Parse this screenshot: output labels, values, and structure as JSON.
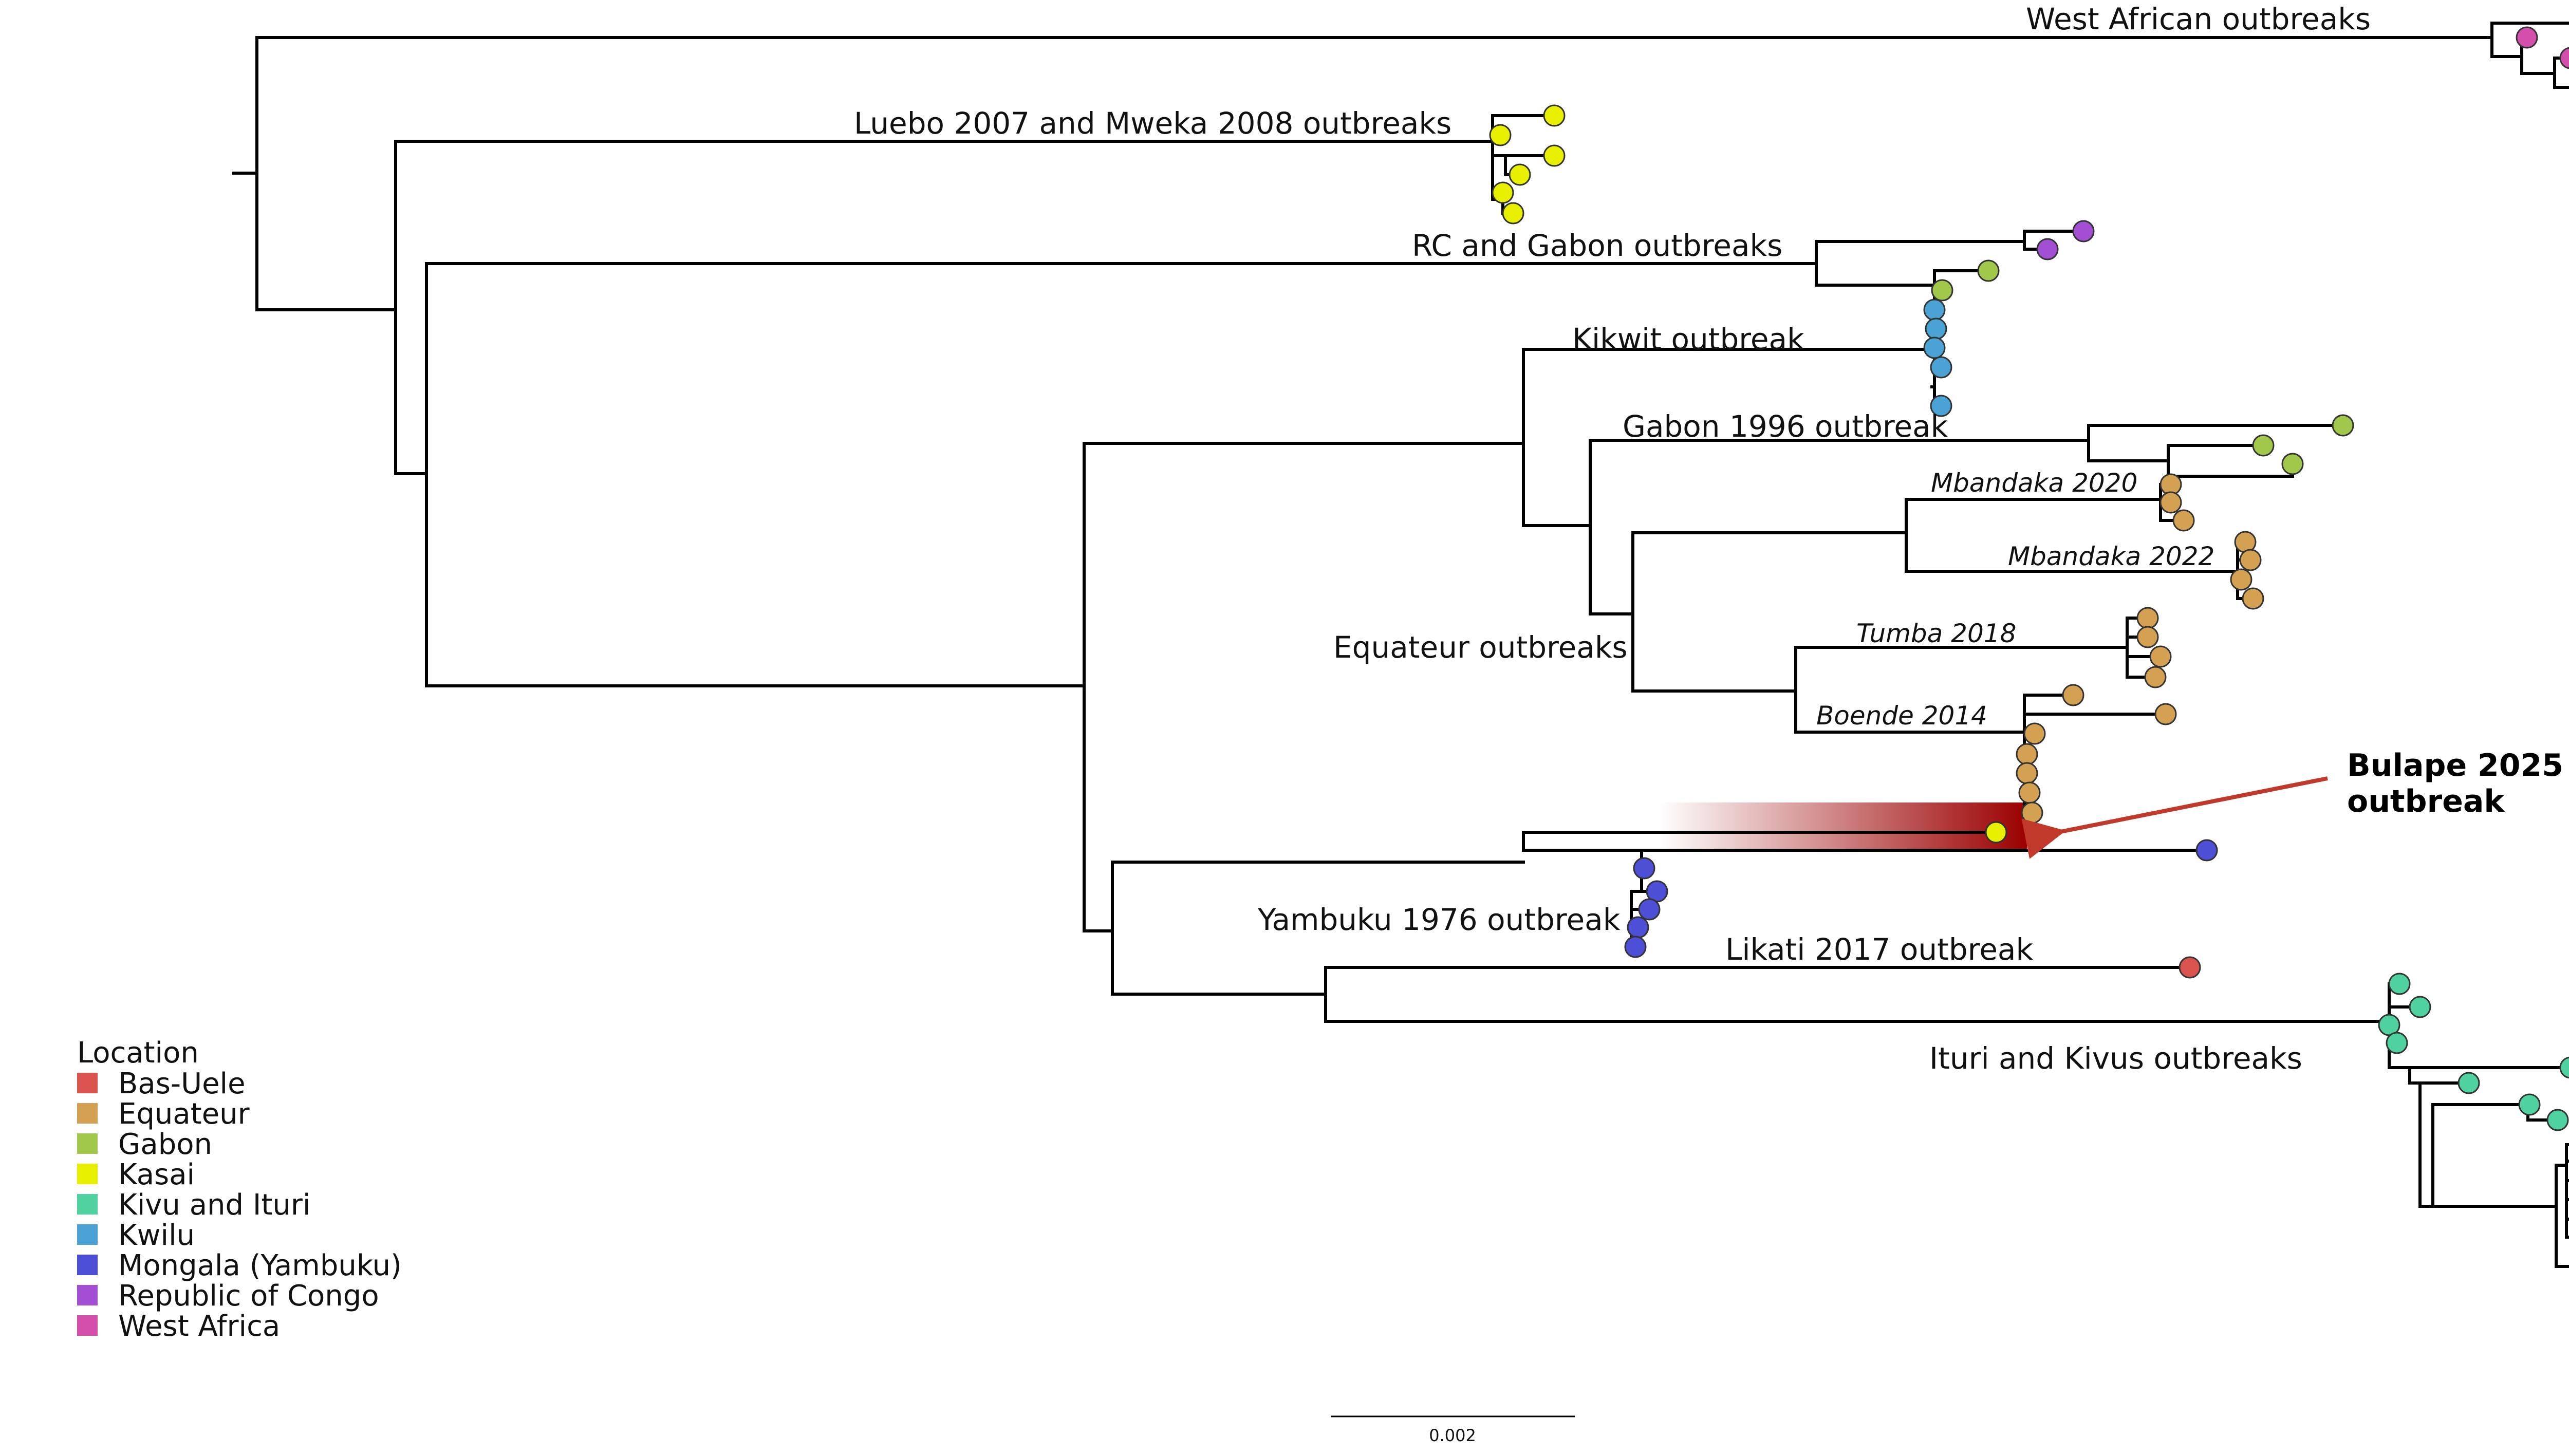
{
  "clade_labels": {
    "west_african": "West African outbreaks",
    "luebo_mweka": "Luebo 2007 and Mweka 2008 outbreaks",
    "rc_gabon": "RC and Gabon outbreaks",
    "kikwit": "Kikwit outbreak",
    "gabon_1996": "Gabon 1996 outbreak",
    "mbandaka_2020": "Mbandaka 2020",
    "mbandaka_2022": "Mbandaka 2022",
    "equateur": "Equateur outbreaks",
    "tumba_2018": "Tumba 2018",
    "boende_2014": "Boende 2014",
    "yambuku_1976": "Yambuku 1976 outbreak",
    "likati_2017": "Likati 2017 outbreak",
    "ituri_kivus": "Ituri and Kivus outbreaks"
  },
  "callout": {
    "line1": "Bulape 2025",
    "line2": "outbreak",
    "arrow_color": "#c0392b",
    "highlight_color": "#9b0000"
  },
  "legend": {
    "title": "Location",
    "items": [
      {
        "key": "bas_uele",
        "label": "Bas-Uele",
        "color": "#d9534f"
      },
      {
        "key": "equateur",
        "label": "Equateur",
        "color": "#d4a052"
      },
      {
        "key": "gabon",
        "label": "Gabon",
        "color": "#a1c84a"
      },
      {
        "key": "kasai",
        "label": "Kasai",
        "color": "#e8f000"
      },
      {
        "key": "kivu_ituri",
        "label": "Kivu and Ituri",
        "color": "#4fd1a0"
      },
      {
        "key": "kwilu",
        "label": "Kwilu",
        "color": "#4aa3d4"
      },
      {
        "key": "mongala",
        "label": "Mongala (Yambuku)",
        "color": "#4d4fd6"
      },
      {
        "key": "rc",
        "label": "Republic of Congo",
        "color": "#a24fd4"
      },
      {
        "key": "west_africa",
        "label": "West Africa",
        "color": "#d44fab"
      }
    ]
  },
  "scale_bar": {
    "label": "0.002"
  }
}
